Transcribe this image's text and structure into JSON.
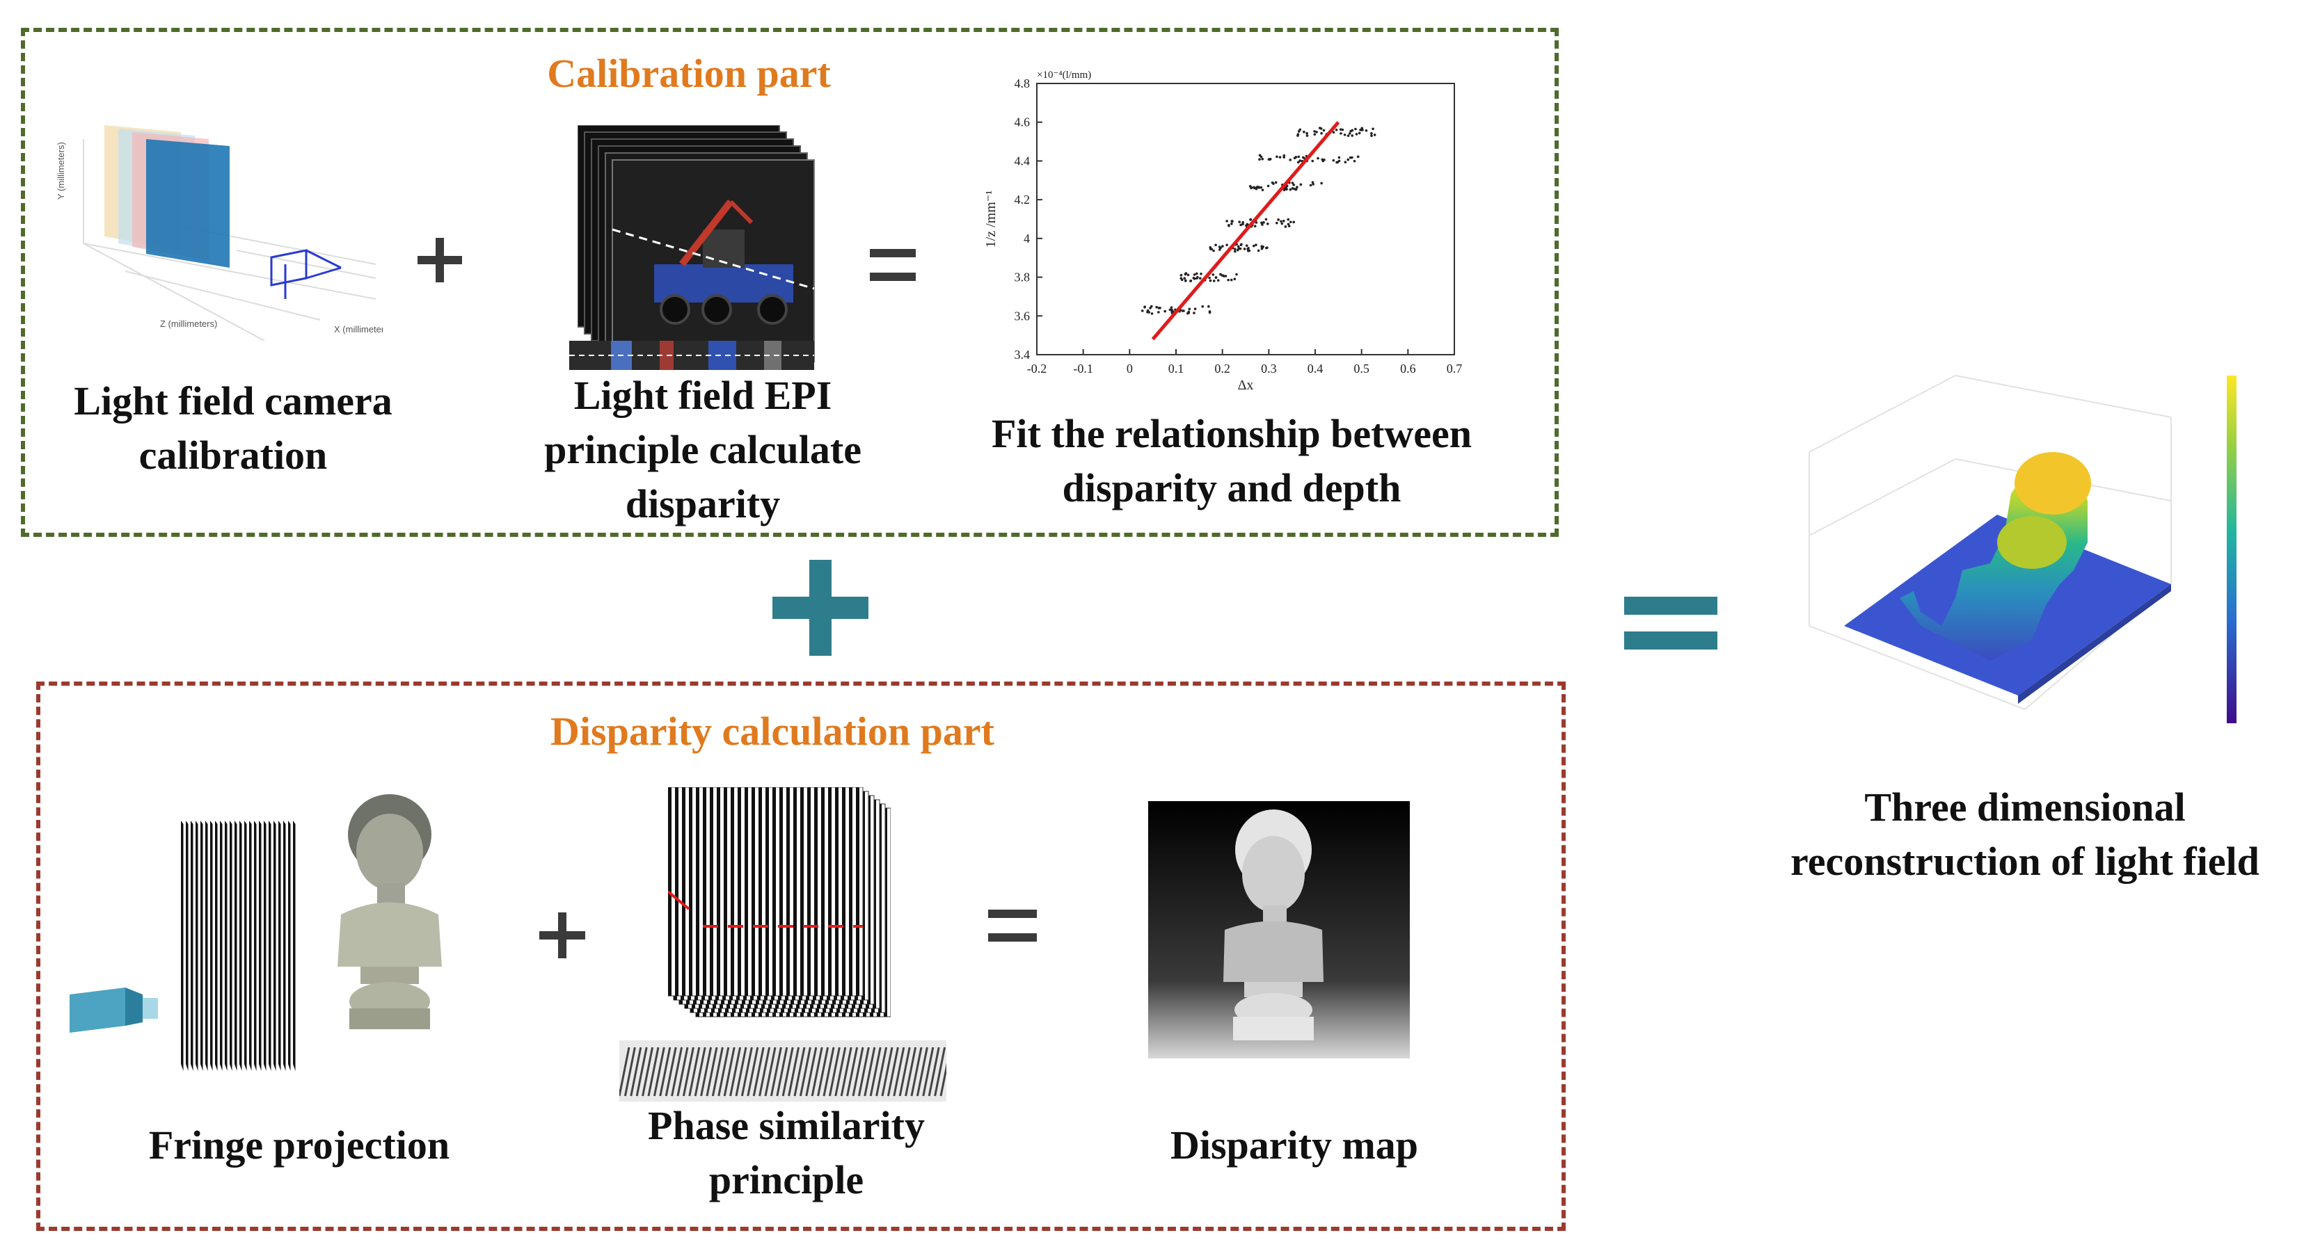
{
  "calibration": {
    "title": "Calibration part",
    "items": [
      {
        "label": "Light field camera\ncalibration"
      },
      {
        "label": "Light field EPI\nprinciple calculate\ndisparity"
      },
      {
        "label": "Fit the relationship between\ndisparity and depth"
      }
    ]
  },
  "disparity": {
    "title": "Disparity calculation part",
    "items": [
      {
        "label": "Fringe projection"
      },
      {
        "label": "Phase similarity\nprinciple"
      },
      {
        "label": "Disparity map"
      }
    ]
  },
  "result": {
    "label": "Three dimensional\nreconstruction of light field"
  },
  "colors": {
    "calibration_border": "#4f6b2c",
    "disparity_border": "#9c3a2e",
    "title": "#e07a1e",
    "big_operator": "#2e7d8c",
    "fit_line": "#e01b1b"
  },
  "fit_plot": {
    "y_multiplier": "×10⁻⁴(l/mm)",
    "ylabel": "1/z /mm⁻¹",
    "xlabel": "Δx",
    "x_ticks": [
      "-0.2",
      "-0.1",
      "0",
      "0.1",
      "0.2",
      "0.3",
      "0.4",
      "0.5",
      "0.6",
      "0.7"
    ],
    "y_ticks": [
      "3.4",
      "3.6",
      "3.8",
      "4",
      "4.2",
      "4.4",
      "4.6",
      "4.8"
    ],
    "fit_line": {
      "x": [
        0.05,
        0.45
      ],
      "y": [
        3.48,
        4.6
      ]
    },
    "clusters": [
      {
        "x": [
          0.02,
          0.18
        ],
        "y": 3.63
      },
      {
        "x": [
          0.11,
          0.24
        ],
        "y": 3.8
      },
      {
        "x": [
          0.17,
          0.3
        ],
        "y": 3.95
      },
      {
        "x": [
          0.2,
          0.36
        ],
        "y": 4.08
      },
      {
        "x": [
          0.26,
          0.42
        ],
        "y": 4.27
      },
      {
        "x": [
          0.28,
          0.5
        ],
        "y": 4.41
      },
      {
        "x": [
          0.36,
          0.53
        ],
        "y": 4.55
      }
    ]
  }
}
